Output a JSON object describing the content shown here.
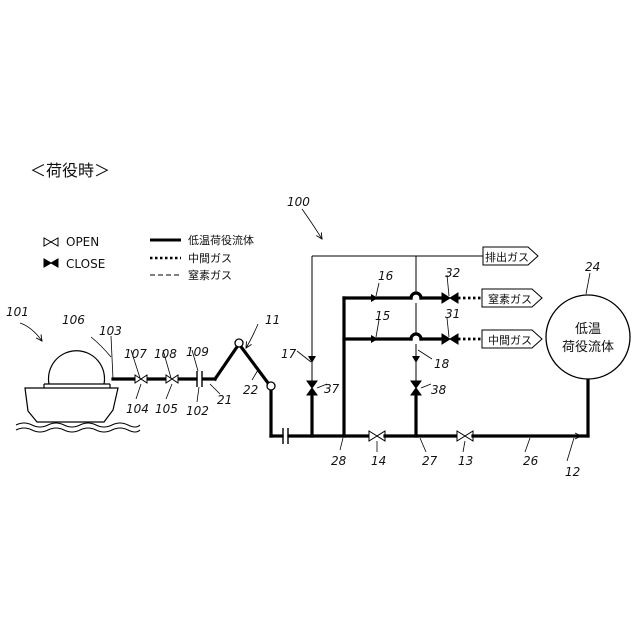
{
  "title": "＜荷役時＞",
  "legend": {
    "open_label": "OPEN",
    "close_label": "CLOSE",
    "solid_label": "低温荷役流体",
    "dotted_label": "中間ガス",
    "dashed_label": "窒素ガス"
  },
  "boxes": {
    "exhaust": "排出ガス",
    "nitrogen": "窒素ガス",
    "intermediate": "中間ガス"
  },
  "tank": {
    "line1": "低温",
    "line2": "荷役流体"
  },
  "refs": {
    "r100": "100",
    "r101": "101",
    "r106": "106",
    "r103": "103",
    "r107": "107",
    "r108": "108",
    "r109": "109",
    "r104": "104",
    "r105": "105",
    "r102": "102",
    "r21": "21",
    "r11": "11",
    "r22": "22",
    "r17": "17",
    "r37": "37",
    "r16": "16",
    "r15": "15",
    "r32": "32",
    "r31": "31",
    "r18": "18",
    "r38": "38",
    "r28": "28",
    "r14": "14",
    "r27": "27",
    "r13": "13",
    "r26": "26",
    "r12": "12",
    "r24": "24"
  }
}
